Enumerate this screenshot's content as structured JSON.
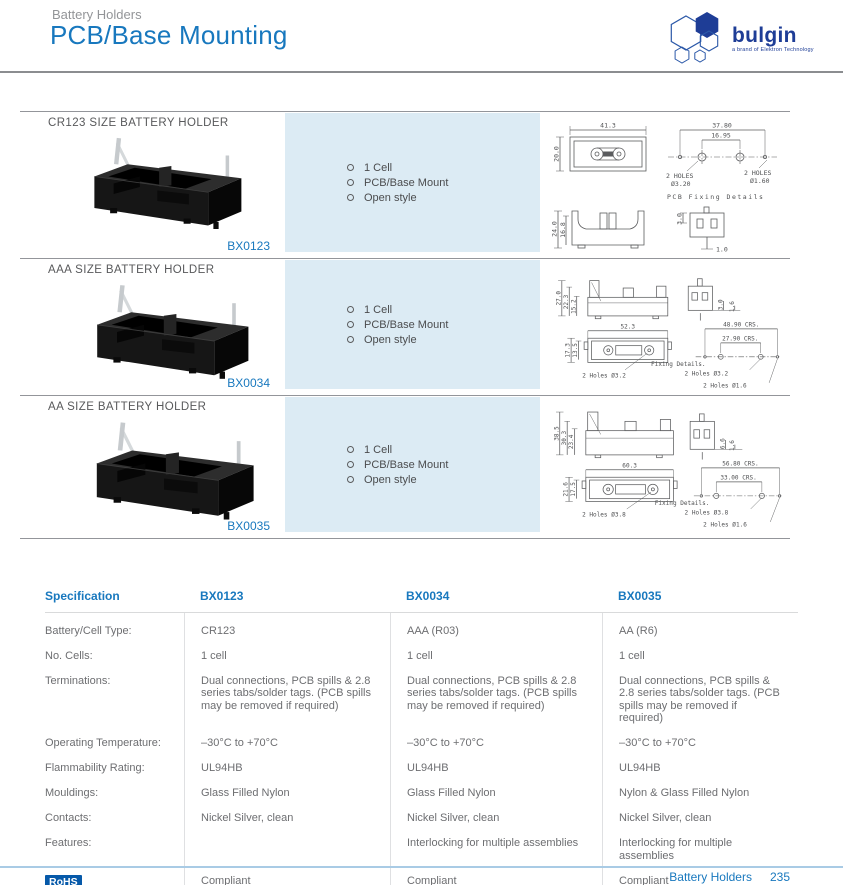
{
  "header": {
    "category": "Battery Holders",
    "title": "PCB/Base Mounting"
  },
  "logo": {
    "brand": "bulgin",
    "tagline": "a brand of Elektron Technology"
  },
  "sections": [
    {
      "title": "CR123 SIZE BATTERY HOLDER",
      "part_number": "BX0123",
      "features": [
        "1 Cell",
        "PCB/Base Mount",
        "Open style"
      ],
      "drawing": {
        "d1": "41.3",
        "d2": "20.0",
        "d3": "37.80",
        "d4": "16.95",
        "d5": "2 HOLES",
        "d6": "Ø3.20",
        "d7": "2 HOLES",
        "d8": "Ø1.60",
        "d9": "PCB Fixing Details",
        "d10": "24.0",
        "d11": "16.8",
        "d12": "3.0",
        "d13": "1.0"
      }
    },
    {
      "title": "AAA SIZE BATTERY HOLDER",
      "part_number": "BX0034",
      "features": [
        "1 Cell",
        "PCB/Base Mount",
        "Open style"
      ],
      "drawing": {
        "d1": "27.0",
        "d2": "22.3",
        "d3": "15.2",
        "d4": "3.0",
        "d5": "1.6",
        "d6": "52.3",
        "d7": "17.3",
        "d8": "13.5",
        "d9": "2 Holes Ø3.2",
        "d10": "Fixing Details.",
        "d11": "48.90 CRS.",
        "d12": "27.90 CRS.",
        "d13": "2 Holes Ø3.2",
        "d14": "2 Holes Ø1.6"
      }
    },
    {
      "title": "AA SIZE BATTERY HOLDER",
      "part_number": "BX0035",
      "features": [
        "1 Cell",
        "PCB/Base Mount",
        "Open style"
      ],
      "drawing": {
        "d1": "38.5",
        "d2": "30.3",
        "d3": "23.4",
        "d4": "6.6",
        "d5": "1.6",
        "d6": "60.3",
        "d7": "21.6",
        "d8": "17.5",
        "d9": "2 Holes Ø3.8",
        "d10": "Fixing Details.",
        "d11": "56.80 CRS.",
        "d12": "33.00 CRS.",
        "d13": "2 Holes Ø3.8",
        "d14": "2 Holes Ø1.6"
      }
    }
  ],
  "spec_table": {
    "columns": [
      "Specification",
      "BX0123",
      "BX0034",
      "BX0035"
    ],
    "rows": [
      {
        "label": "Battery/Cell Type:",
        "values": [
          "CR123",
          "AAA (R03)",
          "AA (R6)"
        ]
      },
      {
        "label": "No. Cells:",
        "values": [
          "1 cell",
          "1 cell",
          "1 cell"
        ]
      },
      {
        "label": "Terminations:",
        "values": [
          "Dual connections, PCB spills & 2.8 series tabs/solder tags. (PCB spills may be removed if required)",
          "Dual connections, PCB spills & 2.8 series tabs/solder tags. (PCB spills may be removed if required)",
          "Dual connections, PCB spills & 2.8 series tabs/solder tags. (PCB spills may be removed if required)"
        ]
      },
      {
        "label": "Operating Temperature:",
        "values": [
          "–30°C to +70°C",
          "–30°C to +70°C",
          "–30°C to +70°C"
        ]
      },
      {
        "label": "Flammability Rating:",
        "values": [
          "UL94HB",
          "UL94HB",
          "UL94HB"
        ]
      },
      {
        "label": "Mouldings:",
        "values": [
          "Glass Filled Nylon",
          "Glass Filled Nylon",
          "Nylon & Glass Filled Nylon"
        ]
      },
      {
        "label": "Contacts:",
        "values": [
          "Nickel Silver, clean",
          "Nickel Silver, clean",
          "Nickel Silver, clean"
        ]
      },
      {
        "label": "Features:",
        "values": [
          "",
          "Interlocking for multiple assemblies",
          "Interlocking for multiple assemblies"
        ]
      },
      {
        "label": "RoHS",
        "values": [
          "Compliant",
          "Compliant",
          "Compliant"
        ]
      }
    ]
  },
  "footer": {
    "label": "Battery Holders",
    "page_number": "235"
  },
  "colors": {
    "brand_blue": "#1878be",
    "logo_navy": "#1e3d96",
    "text_gray": "#6d6e71",
    "section_title_gray": "#58595b",
    "panel_blue": "#dcebf4",
    "rohs_blue": "#0659a9",
    "footer_rule_blue": "#a9cbe5"
  }
}
